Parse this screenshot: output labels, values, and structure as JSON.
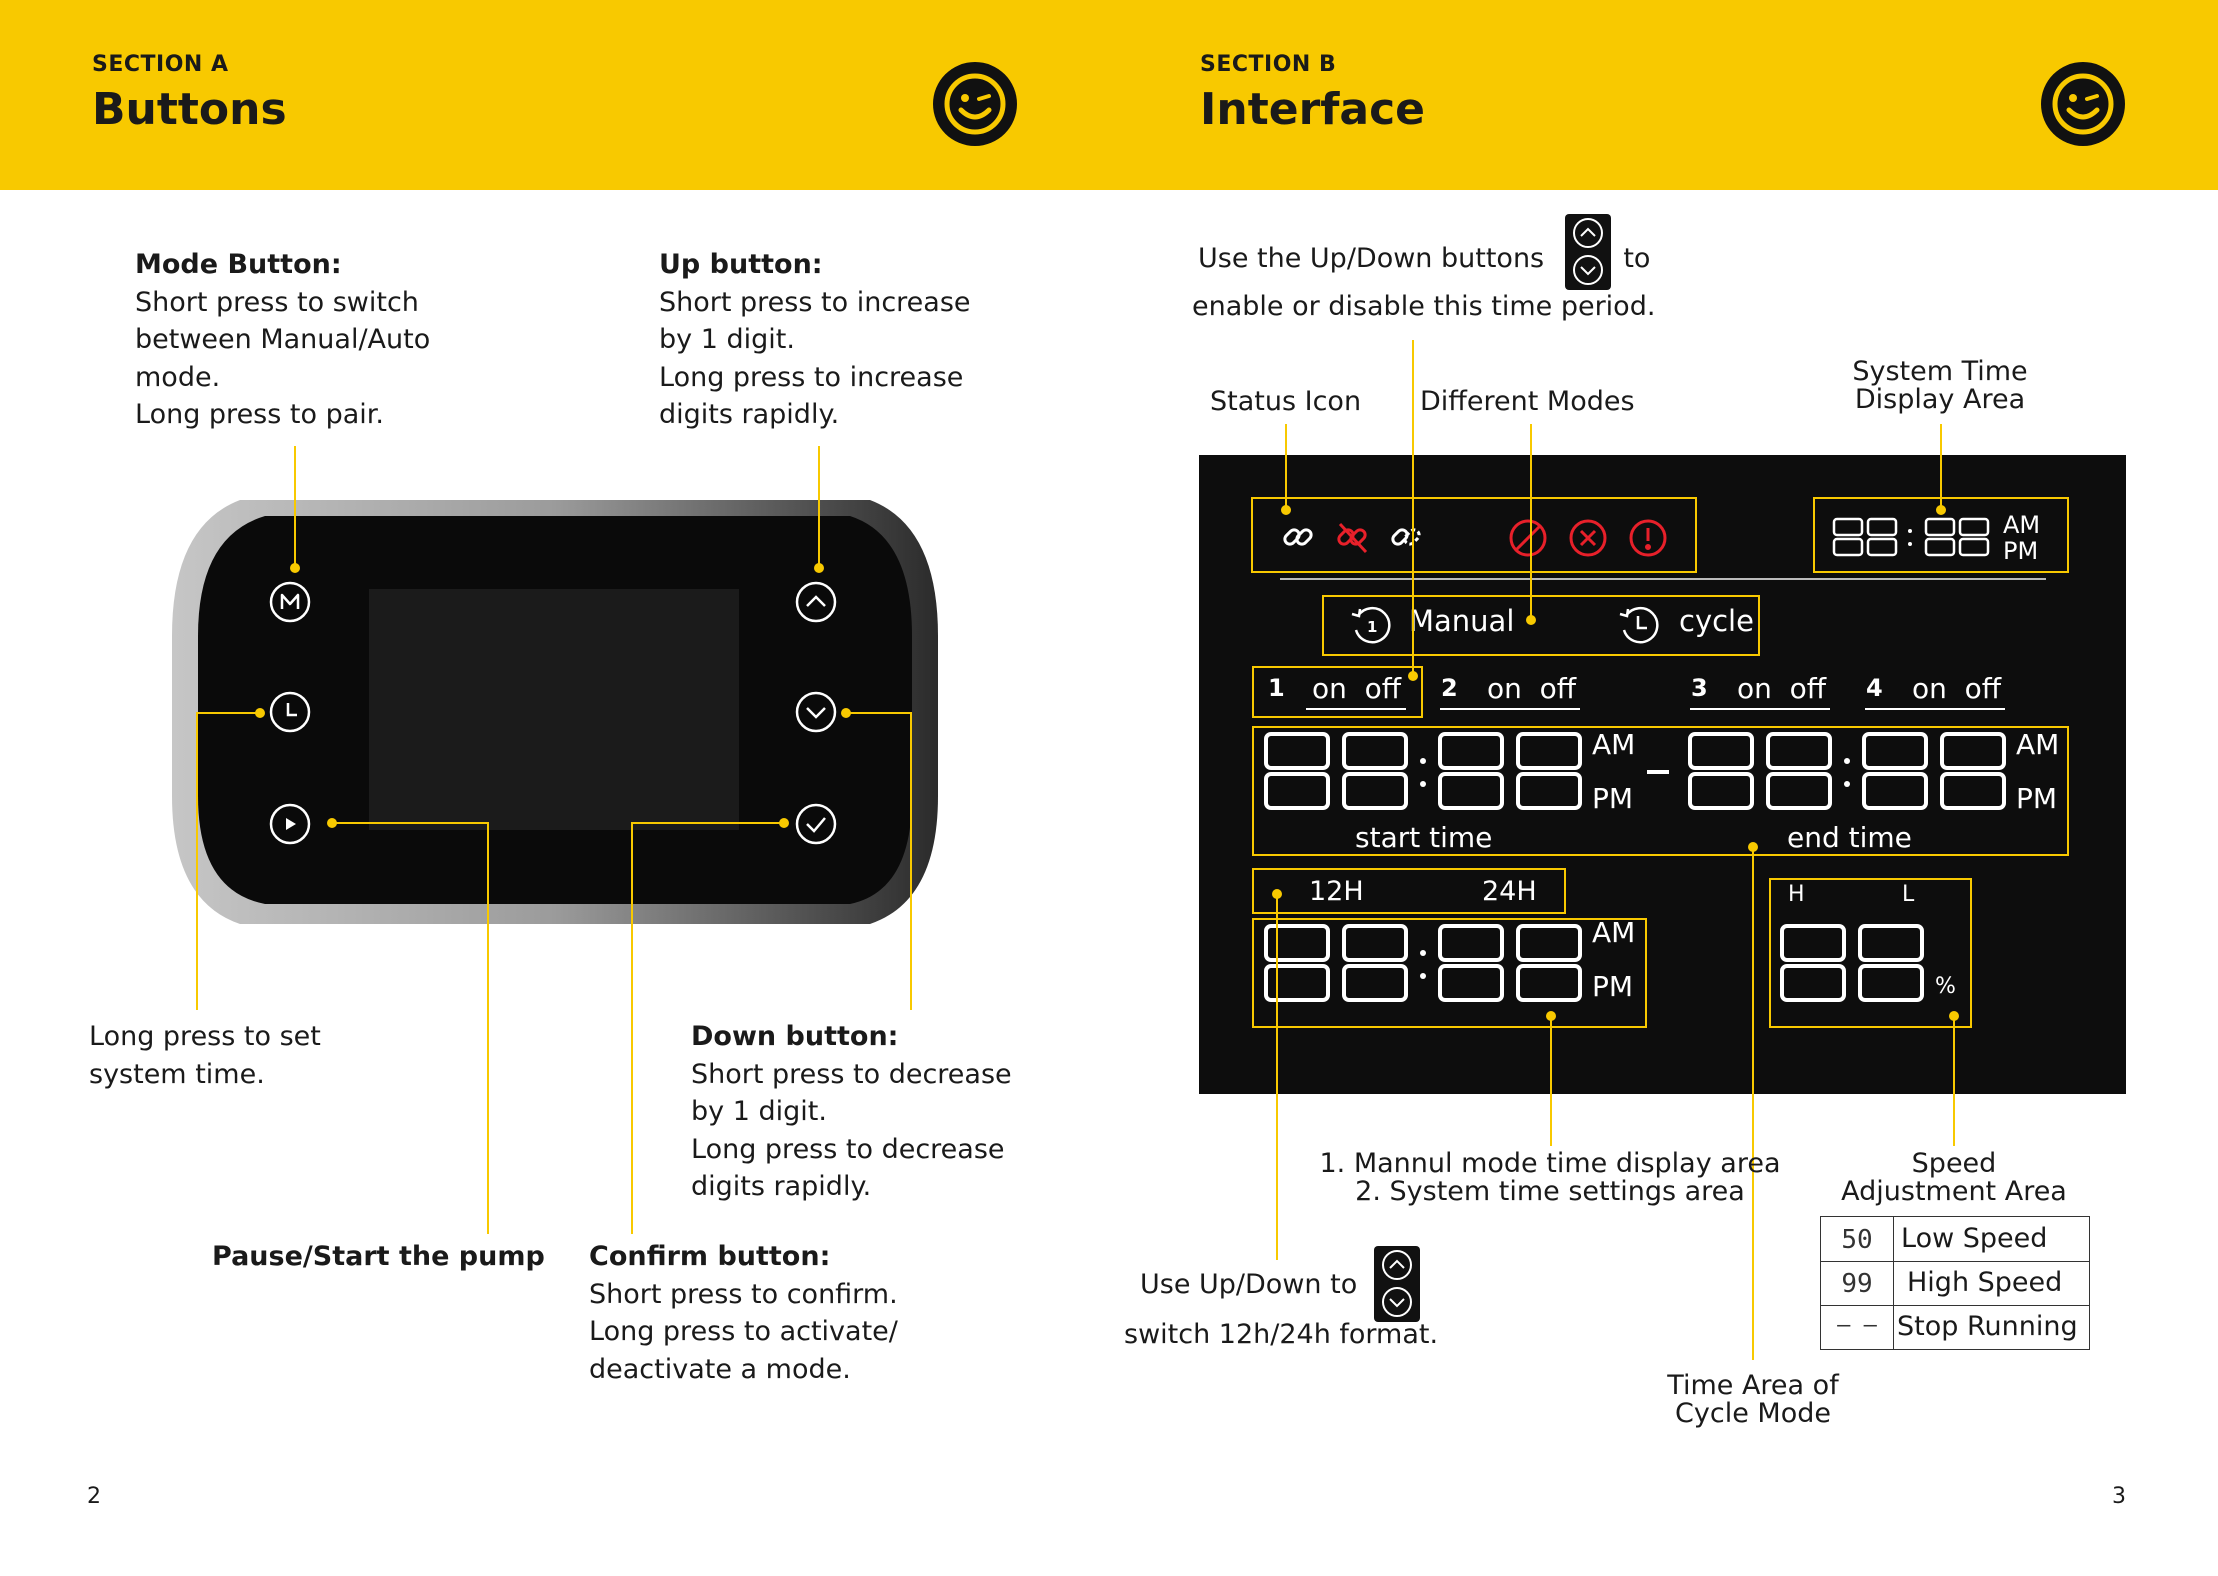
{
  "section_a": {
    "label": "SECTION A",
    "title": "Buttons",
    "mode": {
      "title": "Mode Button:",
      "lines": [
        "Short press to switch",
        "between Manual/Auto",
        "mode.",
        "Long press to pair."
      ]
    },
    "up": {
      "title": "Up button:",
      "lines": [
        "Short press to increase",
        "by 1 digit.",
        "Long press to increase",
        "digits rapidly."
      ]
    },
    "clock": {
      "lines": [
        "Long press to set",
        "system time."
      ]
    },
    "down": {
      "title": "Down button:",
      "lines": [
        "Short press to decrease",
        "by 1 digit.",
        "Long press to decrease",
        "digits rapidly."
      ]
    },
    "pause": {
      "title": "Pause/Start the pump"
    },
    "confirm": {
      "title": "Confirm button:",
      "lines": [
        "Short press to confirm.",
        "Long press to activate/",
        "deactivate a mode."
      ]
    },
    "page_number": "2"
  },
  "section_b": {
    "label": "SECTION B",
    "title": "Interface",
    "top_instruction": {
      "line1_before": "Use the Up/Down buttons",
      "line1_after": "to",
      "line2": "enable or disable this time period."
    },
    "status_icon_label": "Status Icon",
    "modes_label": "Different Modes",
    "system_time_label": [
      "System Time",
      "Display Area"
    ],
    "display": {
      "ampm": [
        "AM",
        "PM"
      ],
      "modes": [
        {
          "label": "Manual",
          "icon": "manual-mode-icon"
        },
        {
          "label": "cycle",
          "icon": "cycle-mode-icon"
        }
      ],
      "periods": [
        {
          "num": "1",
          "label": "on  off"
        },
        {
          "num": "2",
          "label": "on  off"
        },
        {
          "num": "3",
          "label": "on  off"
        },
        {
          "num": "4",
          "label": "on  off"
        }
      ],
      "start_label": "start time",
      "end_label": "end time",
      "format_12": "12H",
      "format_24": "24H",
      "speed_h": "H",
      "speed_l": "L",
      "percent": "%"
    },
    "manual_area_label": [
      "1. Mannul mode time display area",
      "2. System time settings area"
    ],
    "speed_area_label": [
      "Speed",
      "Adjustment Area"
    ],
    "format_instruction": {
      "line1": "Use Up/Down to",
      "line2": "switch 12h/24h format."
    },
    "cycle_area_label": [
      "Time Area of",
      "Cycle Mode"
    ],
    "speed_legend": [
      {
        "indicator": "50",
        "label": "Low Speed"
      },
      {
        "indicator": "99",
        "label": "High Speed"
      },
      {
        "indicator": "– –",
        "label": "Stop Running"
      }
    ],
    "page_number": "3"
  },
  "colors": {
    "accent_yellow": "#f8c900",
    "status_red": "#e8202a",
    "lcd_bg": "#0d0d0d"
  }
}
